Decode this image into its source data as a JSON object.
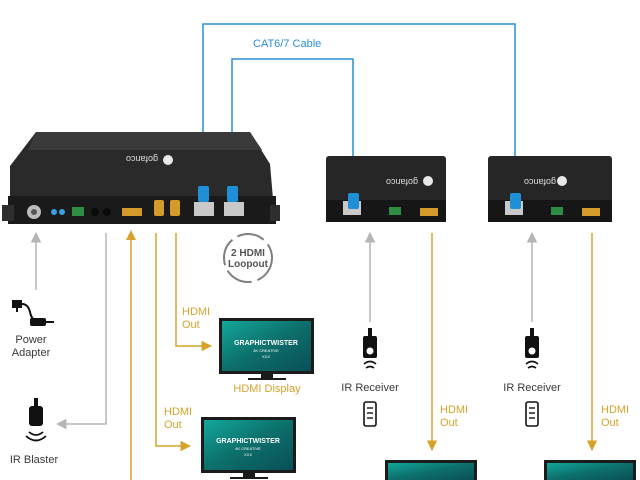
{
  "labels": {
    "cable": "CAT6/7 Cable",
    "loopout": "2 HDMI\nLoopout",
    "hdmi_out_1": "HDMI\nOut",
    "hdmi_out_2": "HDMI\nOut",
    "hdmi_out_3": "HDMI\nOut",
    "hdmi_out_4": "HDMI\nOut",
    "hdmi_display": "HDMI Display",
    "power_adapter": "Power\nAdapter",
    "ir_blaster": "IR Blaster",
    "ir_receiver_1": "IR Receiver",
    "ir_receiver_2": "IR Receiver"
  },
  "devices": {
    "brand": "gofanco",
    "transmitter": "transmitter",
    "receiver_1": "receiver",
    "receiver_2": "receiver"
  },
  "tv_screen_text": [
    "GRAPHICTWISTER",
    "4K CREATIVE",
    "XXX"
  ],
  "colors": {
    "cable_blue": "#2a8fd6",
    "arrow_gold": "#d6a22c",
    "arrow_grey": "#b5b5b5",
    "device_body": "#1e1e1e",
    "tv_screen": "#0f8a82"
  }
}
